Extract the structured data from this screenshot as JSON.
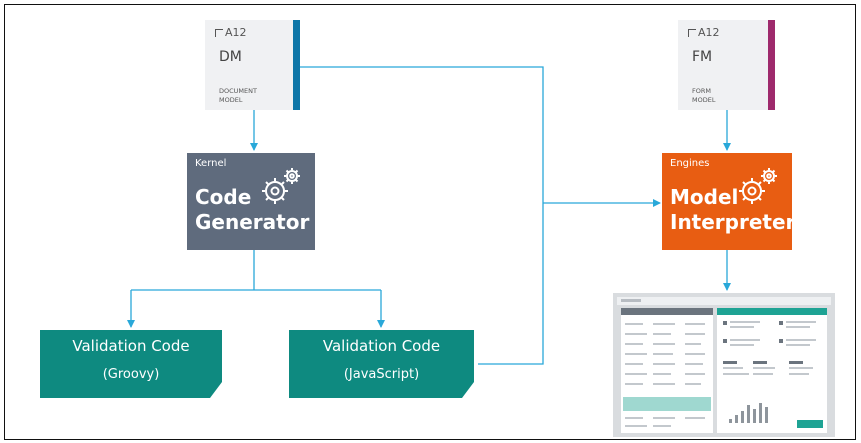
{
  "dm": {
    "brand": "A12",
    "abbr": "DM",
    "desc_line1": "DOCUMENT",
    "desc_line2": "MODEL",
    "color": "#0e76a8"
  },
  "fm": {
    "brand": "A12",
    "abbr": "FM",
    "desc_line1": "FORM",
    "desc_line2": "MODEL",
    "color": "#9e2a6c"
  },
  "kernel": {
    "category": "Kernel",
    "title_line1": "Code",
    "title_line2": "Generator",
    "color": "#5f6b7d",
    "icon": "gear-icon"
  },
  "engines": {
    "category": "Engines",
    "title_line1": "Model",
    "title_line2": "Interpreter",
    "color": "#e85d12",
    "icon": "gear-icon"
  },
  "validation_groovy": {
    "line1": "Validation Code",
    "line2": "(Groovy)",
    "color": "#0e8a80"
  },
  "validation_js": {
    "line1": "Validation Code",
    "line2": "(JavaScript)",
    "color": "#0e8a80"
  },
  "connector_color": "#29a8d9",
  "ui_preview": {
    "icon": "application-screenshot-icon"
  }
}
